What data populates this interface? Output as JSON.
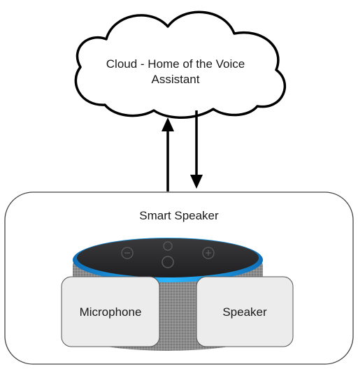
{
  "cloud": {
    "line1": "Cloud - Home of the Voice",
    "line2": "Assistant"
  },
  "device": {
    "title": "Smart Speaker",
    "components": [
      {
        "label": "Microphone"
      },
      {
        "label": "Speaker"
      }
    ]
  },
  "connections": [
    {
      "from": "Smart Speaker",
      "to": "Cloud - Home of the Voice Assistant",
      "direction": "up"
    },
    {
      "from": "Cloud - Home of the Voice Assistant",
      "to": "Smart Speaker",
      "direction": "down"
    }
  ],
  "colors": {
    "stroke": "#000000",
    "device_border": "#444444",
    "box_fill": "#ececec",
    "accent_ring": "#1aa3f0",
    "fabric": "#8a8a8a",
    "top": "#2b2b2d"
  }
}
